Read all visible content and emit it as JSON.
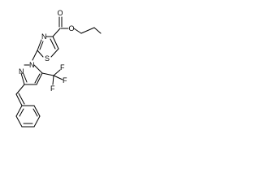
{
  "molecule": {
    "atoms": {
      "carbonyl_o": "O",
      "ester_o": "O",
      "thiazole_n": "N",
      "thiazole_s": "S",
      "pyrazole_n1": "N",
      "pyrazole_n2": "N",
      "fluorine_1": "F",
      "fluorine_2": "F",
      "fluorine_3": "F"
    },
    "colors": {
      "bond": "#000000",
      "label": "#000000",
      "background": "#ffffff"
    }
  }
}
